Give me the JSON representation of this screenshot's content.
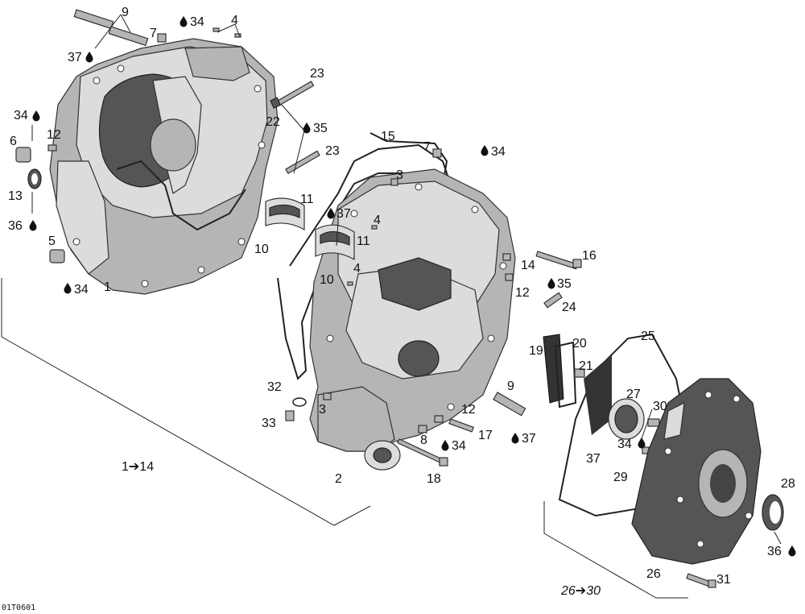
{
  "diagram_code": "01T0601",
  "callouts": [
    {
      "id": "c9a",
      "text": "9"
    },
    {
      "id": "c7a",
      "text": "7"
    },
    {
      "id": "c34a",
      "text": "34"
    },
    {
      "id": "c4a",
      "text": "4"
    },
    {
      "id": "c37a",
      "text": "37"
    },
    {
      "id": "c23a",
      "text": "23"
    },
    {
      "id": "c34b",
      "text": "34"
    },
    {
      "id": "c12a",
      "text": "12"
    },
    {
      "id": "c22",
      "text": "22"
    },
    {
      "id": "c35a",
      "text": "35"
    },
    {
      "id": "c15",
      "text": "15"
    },
    {
      "id": "c7b",
      "text": "7"
    },
    {
      "id": "c34c",
      "text": "34"
    },
    {
      "id": "c6",
      "text": "6"
    },
    {
      "id": "c23b",
      "text": "23"
    },
    {
      "id": "c13",
      "text": "13"
    },
    {
      "id": "c3a",
      "text": "3"
    },
    {
      "id": "c11a",
      "text": "11"
    },
    {
      "id": "c36a",
      "text": "36"
    },
    {
      "id": "c37b",
      "text": "37"
    },
    {
      "id": "c4b",
      "text": "4"
    },
    {
      "id": "c5",
      "text": "5"
    },
    {
      "id": "c11b",
      "text": "11"
    },
    {
      "id": "c10a",
      "text": "10"
    },
    {
      "id": "c16",
      "text": "16"
    },
    {
      "id": "c14a",
      "text": "14"
    },
    {
      "id": "c4c",
      "text": "4"
    },
    {
      "id": "c10b",
      "text": "10"
    },
    {
      "id": "c34d",
      "text": "34"
    },
    {
      "id": "c1",
      "text": "1"
    },
    {
      "id": "c35b",
      "text": "35"
    },
    {
      "id": "c12b",
      "text": "12"
    },
    {
      "id": "c24",
      "text": "24"
    },
    {
      "id": "c25",
      "text": "25"
    },
    {
      "id": "c20",
      "text": "20"
    },
    {
      "id": "c19",
      "text": "19"
    },
    {
      "id": "c21",
      "text": "21"
    },
    {
      "id": "c32",
      "text": "32"
    },
    {
      "id": "c27",
      "text": "27"
    },
    {
      "id": "c9b",
      "text": "9"
    },
    {
      "id": "c30",
      "text": "30"
    },
    {
      "id": "c3b",
      "text": "3"
    },
    {
      "id": "c12c",
      "text": "12"
    },
    {
      "id": "c33",
      "text": "33"
    },
    {
      "id": "c17",
      "text": "17"
    },
    {
      "id": "c8",
      "text": "8"
    },
    {
      "id": "c34e",
      "text": "34"
    },
    {
      "id": "c37c",
      "text": "37"
    },
    {
      "id": "c34f",
      "text": "34"
    },
    {
      "id": "c37d",
      "text": "37"
    },
    {
      "id": "c29",
      "text": "29"
    },
    {
      "id": "c2",
      "text": "2"
    },
    {
      "id": "c18",
      "text": "18"
    },
    {
      "id": "c28",
      "text": "28"
    },
    {
      "id": "c36b",
      "text": "36"
    },
    {
      "id": "c26",
      "text": "26"
    },
    {
      "id": "c31",
      "text": "31"
    }
  ],
  "range_labels": [
    {
      "id": "r1",
      "text": "1➔14"
    },
    {
      "id": "r2",
      "text": "26➔30"
    }
  ],
  "icons": [
    "oil-drop-icon",
    "arrow-right-icon"
  ]
}
